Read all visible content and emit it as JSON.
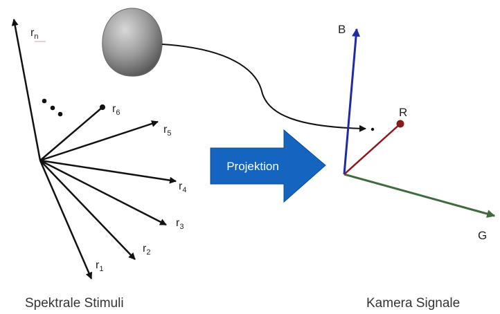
{
  "left_group": {
    "caption": "Spektrale Stimuli",
    "vectors": [
      {
        "letter": "r",
        "sub": "n"
      },
      {
        "letter": "r",
        "sub": "6"
      },
      {
        "letter": "r",
        "sub": "5"
      },
      {
        "letter": "r",
        "sub": "4"
      },
      {
        "letter": "r",
        "sub": "3"
      },
      {
        "letter": "r",
        "sub": "2"
      },
      {
        "letter": "r",
        "sub": "1"
      }
    ]
  },
  "projection_arrow": {
    "label": "Projektion",
    "color": "#1565c0"
  },
  "right_group": {
    "caption": "Kamera Signale",
    "axes": {
      "b": "B",
      "r": "R",
      "g": "G"
    },
    "colors": {
      "b": "#1f2aa8",
      "r": "#8a1a1a",
      "g": "#3f6b3f"
    }
  },
  "blob": {
    "color": "#9c9c9c"
  }
}
